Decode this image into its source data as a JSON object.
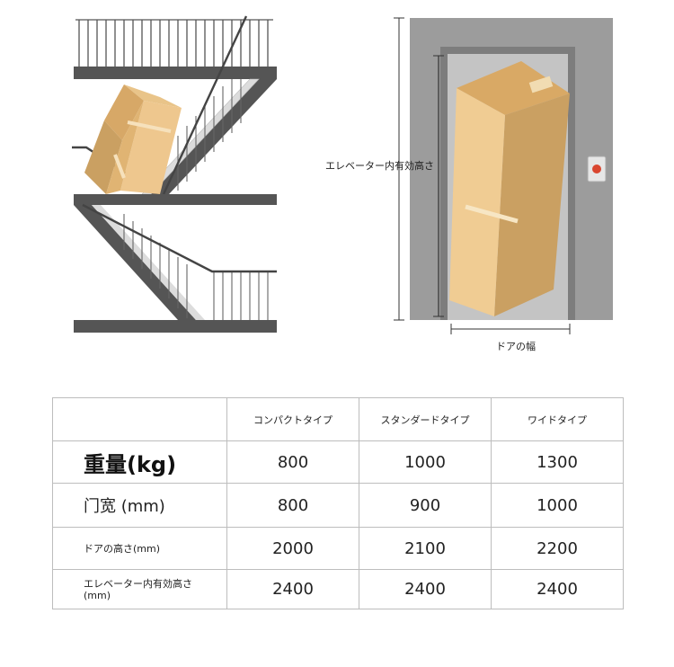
{
  "diagram": {
    "elevator_height_label": "エレベーター内有効高さ",
    "door_width_label": "ドアの幅"
  },
  "table": {
    "header": [
      "",
      "コンパクトタイプ",
      "スタンダードタイプ",
      "ワイドタイプ"
    ],
    "rows": [
      {
        "label": "重量(kg)",
        "values": [
          "800",
          "1000",
          "1300"
        ]
      },
      {
        "label": "门宽 (mm)",
        "values": [
          "800",
          "900",
          "1000"
        ]
      },
      {
        "label": "ドアの高さ(mm)",
        "values": [
          "2000",
          "2100",
          "2200"
        ]
      },
      {
        "label": "エレベーター内有効高さ",
        "label_unit": "(mm)",
        "values": [
          "2400",
          "2400",
          "2400"
        ]
      }
    ]
  }
}
